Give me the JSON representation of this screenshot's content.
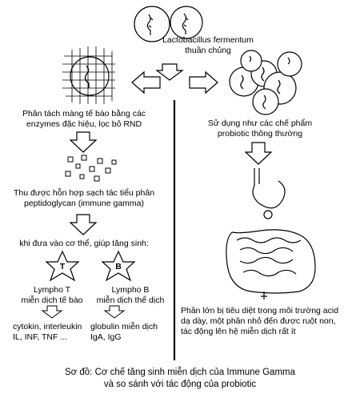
{
  "top": {
    "bacteria_label_line1": "Lactobacillus fermentum",
    "bacteria_label_line2": "thuần chủng"
  },
  "left": {
    "step1_line1": "Phân tách màng tế bào bằng các",
    "step1_line2": "enzymes đặc hiệu, lọc bỏ RND",
    "step2_line1": "Thu được hỗn hợp sạch tác tiểu phân",
    "step2_line2": "peptidoglycan (immune gamma)",
    "step3": "khi đưa vào cơ thể, giúp tăng sinh:",
    "cell_t_letter": "T",
    "cell_b_letter": "B",
    "cell_t_line1": "Lympho T",
    "cell_t_line2": "miễn dịch tế bào",
    "cell_b_line1": "Lympho B",
    "cell_b_line2": "miễn dịch thể dịch",
    "out_t_line1": "cytokin, interleukin",
    "out_t_line2": "IL, INF, TNF ...",
    "out_b_line1": "globulin miễn dịch",
    "out_b_line2": "IgA, IgG"
  },
  "right": {
    "step1_line1": "Sử dụng như các chế phẩm",
    "step1_line2": "probiotic thông thường",
    "result_line1": "Phần lớn bị tiêu diệt trong môi trường acid",
    "result_line2": "dạ dày, một phần nhỏ đến được ruột non,",
    "result_line3": "tác động lên hệ miễn dịch rất ít"
  },
  "caption": {
    "line1": "Sơ đồ: Cơ chế tăng sinh miễn dịch của Immune Gamma",
    "line2": "và so sánh với tác động của probiotic"
  }
}
